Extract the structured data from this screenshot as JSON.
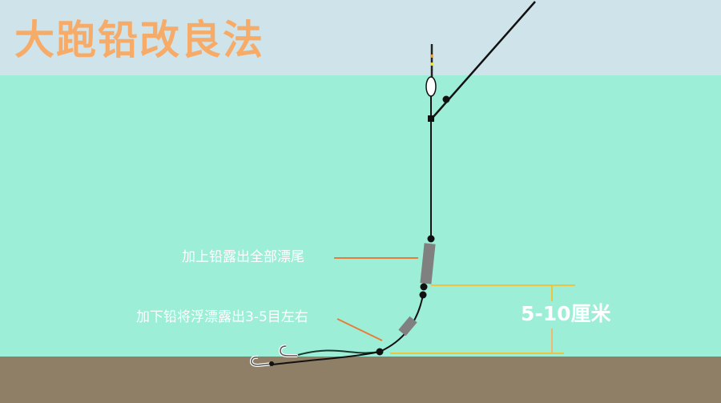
{
  "title": "大跑铅改良法",
  "labels": {
    "upper_lead": "加上铅露出全部漂尾",
    "lower_lead": "加下铅将浮漂露出3-5目左右",
    "distance": "5-10厘米"
  },
  "colors": {
    "sky": "#cfe4ea",
    "water": "#9deed6",
    "ground": "#8f7f66",
    "title": "#f7ab68",
    "pointer_line": "#e87c3a",
    "measure_line": "#f0c43a",
    "lead_weight": "#808080",
    "fishing_line": "#111111"
  }
}
